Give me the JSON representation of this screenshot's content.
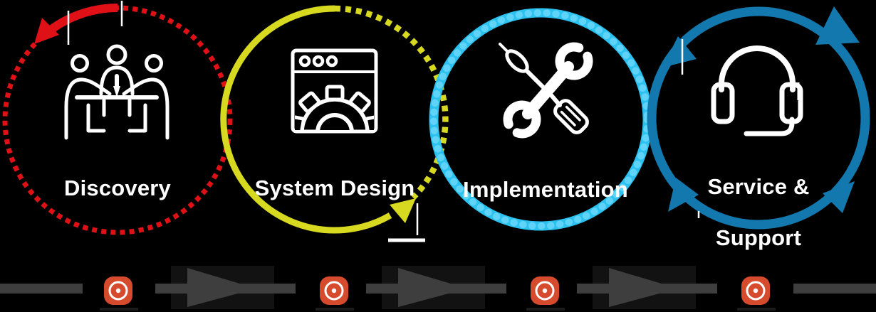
{
  "colors": {
    "background": "#000000",
    "discovery_red": "#e01116",
    "design_yellow": "#d7d921",
    "implementation_cyan": "#2cc2f0",
    "implementation_cyan_light": "#5fd4f8",
    "service_blue": "#1378ad",
    "label_white": "#ffffff",
    "timeline_gray": "#3e3e3e",
    "timeline_block": "#121212",
    "bullseye_orange": "#d64a2d",
    "underline_dark": "#1c1c1c"
  },
  "stages": [
    {
      "id": "discovery",
      "lines": [
        "Discovery"
      ],
      "icon": "meeting-people-icon"
    },
    {
      "id": "system-design",
      "lines": [
        "System Design"
      ],
      "icon": "browser-gear-icon"
    },
    {
      "id": "implementation",
      "lines": [
        "Implementation"
      ],
      "icon": "tools-icon"
    },
    {
      "id": "service-support",
      "lines": [
        "Service &",
        "Support"
      ],
      "icon": "headset-icon"
    }
  ],
  "timeline": {
    "bullseye_count": 4,
    "arrow_count": 3
  }
}
